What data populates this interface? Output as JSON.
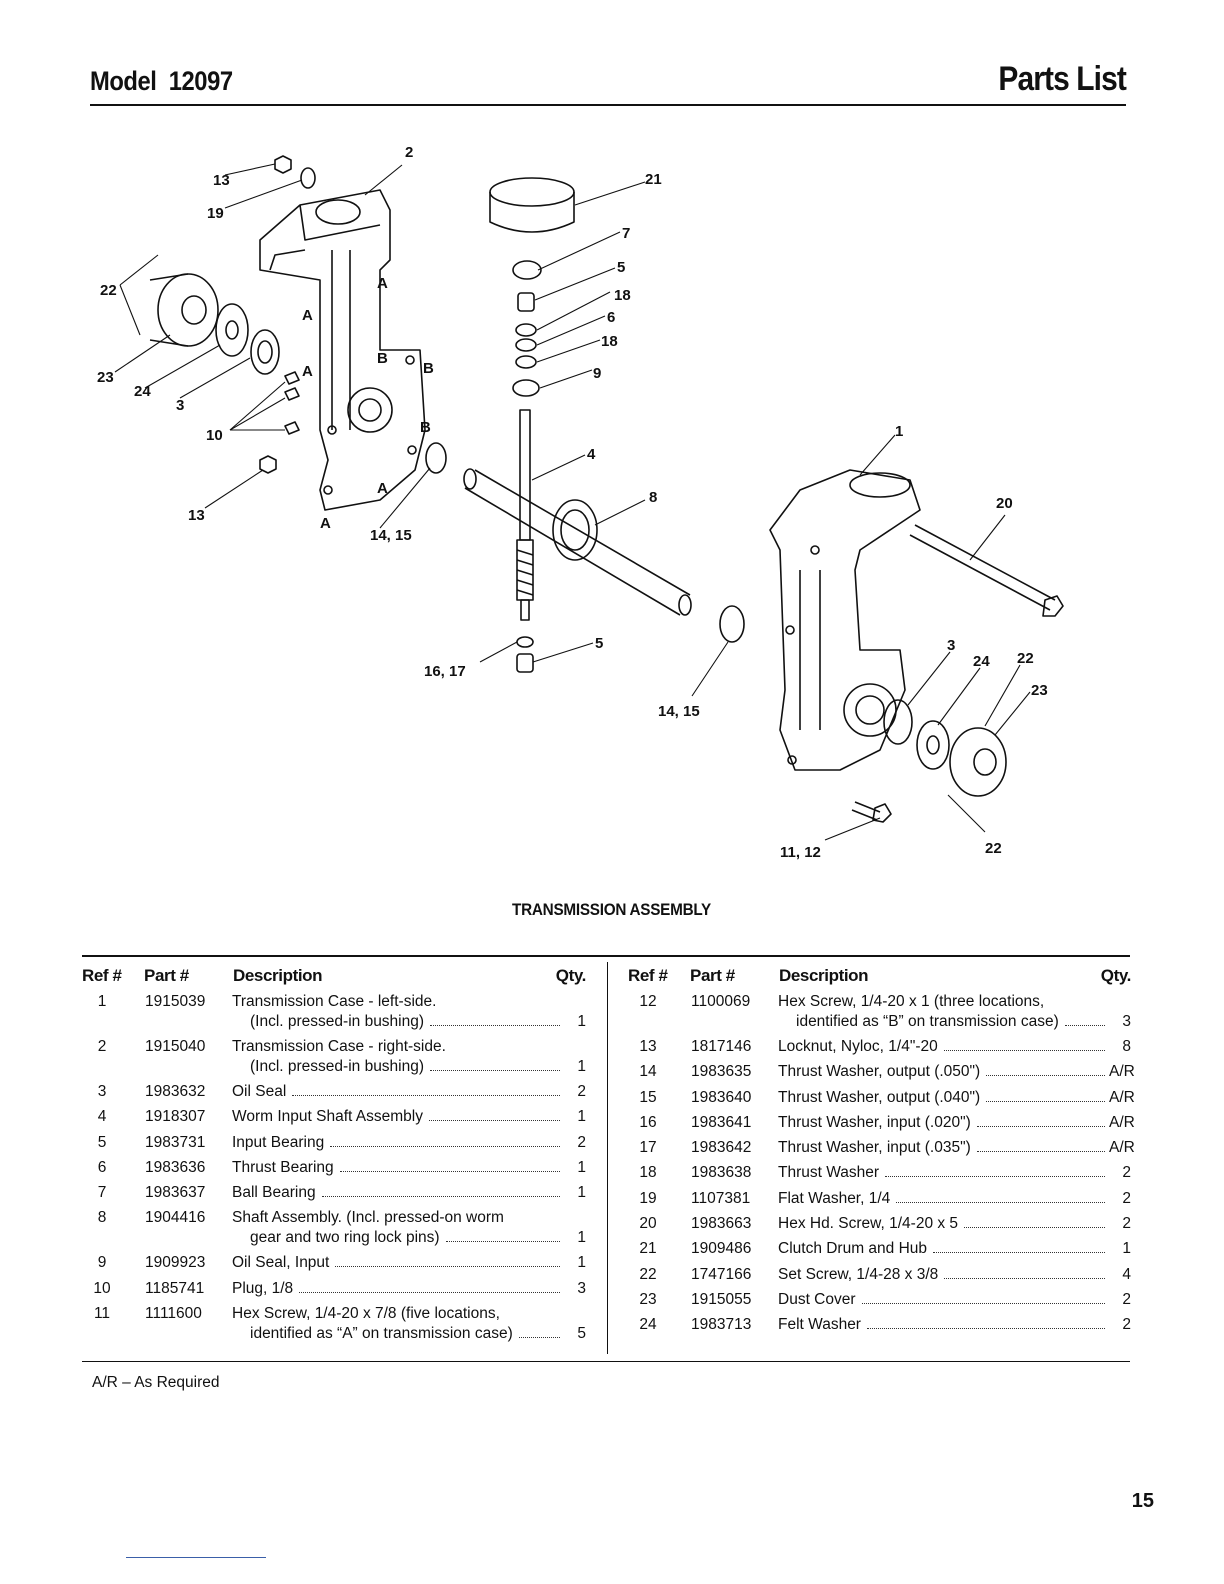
{
  "header": {
    "model_label": "Model",
    "model_number": "12097",
    "title": "Parts List"
  },
  "diagram": {
    "caption": "TRANSMISSION ASSEMBLY",
    "callouts": {
      "c2": "2",
      "c13a": "13",
      "c19": "19",
      "c22a": "22",
      "c23a": "23",
      "c24a": "24",
      "c3a": "3",
      "c10": "10",
      "c13b": "13",
      "c1415a": "14, 15",
      "c21": "21",
      "c7": "7",
      "c5a": "5",
      "c18a": "18",
      "c6": "6",
      "c18b": "18",
      "c9": "9",
      "c4": "4",
      "c8": "8",
      "c1": "1",
      "c20": "20",
      "c5b": "5",
      "c1617": "16, 17",
      "c1415b": "14, 15",
      "c3b": "3",
      "c24b": "24",
      "c22b": "22",
      "c23b": "23",
      "c1112": "11, 12",
      "c22c": "22",
      "lA1": "A",
      "lA2": "A",
      "lA3": "A",
      "lA4": "A",
      "lA5": "A",
      "lB1": "B",
      "lB2": "B",
      "lB3": "B"
    }
  },
  "table": {
    "headers": {
      "ref": "Ref #",
      "part": "Part #",
      "desc": "Description",
      "qty": "Qty."
    },
    "left": [
      {
        "ref": "1",
        "part": "1915039",
        "l1": "Transmission Case - left-side.",
        "l2": "(Incl. pressed-in bushing)",
        "qty": "1"
      },
      {
        "ref": "2",
        "part": "1915040",
        "l1": "Transmission Case - right-side.",
        "l2": "(Incl. pressed-in bushing)",
        "qty": "1"
      },
      {
        "ref": "3",
        "part": "1983632",
        "l1": "Oil Seal",
        "qty": "2"
      },
      {
        "ref": "4",
        "part": "1918307",
        "l1": "Worm Input Shaft Assembly",
        "qty": "1"
      },
      {
        "ref": "5",
        "part": "1983731",
        "l1": "Input Bearing",
        "qty": "2"
      },
      {
        "ref": "6",
        "part": "1983636",
        "l1": "Thrust Bearing",
        "qty": "1"
      },
      {
        "ref": "7",
        "part": "1983637",
        "l1": "Ball Bearing",
        "qty": "1"
      },
      {
        "ref": "8",
        "part": "1904416",
        "l1": "Shaft Assembly. (Incl. pressed-on worm",
        "l2": "gear and two ring lock pins)",
        "qty": "1"
      },
      {
        "ref": "9",
        "part": "1909923",
        "l1": "Oil Seal, Input",
        "qty": "1"
      },
      {
        "ref": "10",
        "part": "1185741",
        "l1": "Plug, 1/8",
        "qty": "3"
      },
      {
        "ref": "11",
        "part": "1111600",
        "l1": "Hex Screw, 1/4-20 x 7/8 (five locations,",
        "l2": "identified as “A” on transmission case)",
        "qty": "5"
      }
    ],
    "right": [
      {
        "ref": "12",
        "part": "1100069",
        "l1": "Hex Screw, 1/4-20 x 1 (three locations,",
        "l2": "identified as “B” on transmission case)",
        "qty": "3"
      },
      {
        "ref": "13",
        "part": "1817146",
        "l1": "Locknut, Nyloc, 1/4\"-20",
        "qty": "8"
      },
      {
        "ref": "14",
        "part": "1983635",
        "l1": "Thrust Washer, output (.050\")",
        "qty": "A/R"
      },
      {
        "ref": "15",
        "part": "1983640",
        "l1": "Thrust Washer, output (.040\")",
        "qty": "A/R"
      },
      {
        "ref": "16",
        "part": "1983641",
        "l1": "Thrust Washer, input (.020\")",
        "qty": "A/R"
      },
      {
        "ref": "17",
        "part": "1983642",
        "l1": "Thrust Washer, input (.035\")",
        "qty": "A/R"
      },
      {
        "ref": "18",
        "part": "1983638",
        "l1": "Thrust Washer",
        "qty": "2"
      },
      {
        "ref": "19",
        "part": "1107381",
        "l1": "Flat Washer, 1/4",
        "qty": "2"
      },
      {
        "ref": "20",
        "part": "1983663",
        "l1": "Hex Hd. Screw, 1/4-20 x 5",
        "qty": "2"
      },
      {
        "ref": "21",
        "part": "1909486",
        "l1": "Clutch Drum and Hub",
        "qty": "1"
      },
      {
        "ref": "22",
        "part": "1747166",
        "l1": "Set Screw, 1/4-28 x 3/8",
        "qty": "4"
      },
      {
        "ref": "23",
        "part": "1915055",
        "l1": "Dust Cover",
        "qty": "2"
      },
      {
        "ref": "24",
        "part": "1983713",
        "l1": "Felt Washer",
        "qty": "2"
      }
    ]
  },
  "footnote": "A/R – As Required",
  "page_number": "15"
}
